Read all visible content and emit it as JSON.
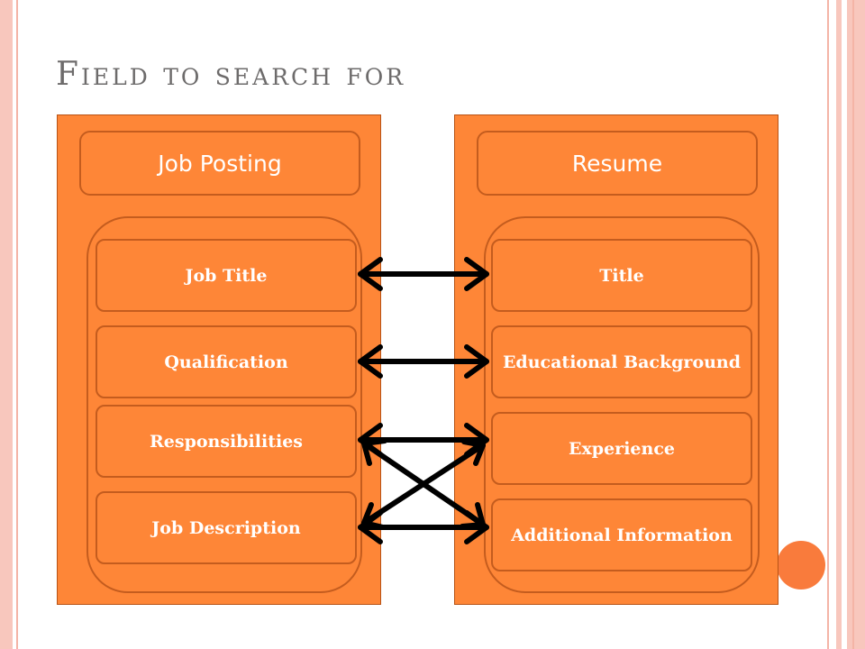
{
  "slide": {
    "title": "Field to search for"
  },
  "job_posting": {
    "header": "Job Posting",
    "fields": [
      "Job Title",
      "Qualification",
      "Responsibilities",
      "Job Description"
    ]
  },
  "resume": {
    "header": "Resume",
    "fields": [
      "Title",
      "Educational Background",
      "Experience",
      "Additional Information"
    ]
  },
  "mappings": [
    {
      "from": "Job Title",
      "to": "Title"
    },
    {
      "from": "Qualification",
      "to": "Educational Background"
    },
    {
      "from": "Responsibilities",
      "to": "Experience"
    },
    {
      "from": "Responsibilities",
      "to": "Additional Information"
    },
    {
      "from": "Job Description",
      "to": "Experience"
    },
    {
      "from": "Job Description",
      "to": "Additional Information"
    }
  ],
  "colors": {
    "panel": "#fe8637",
    "border": "#c45c1e",
    "arrow": "#000000",
    "title": "#6d6b6b"
  }
}
